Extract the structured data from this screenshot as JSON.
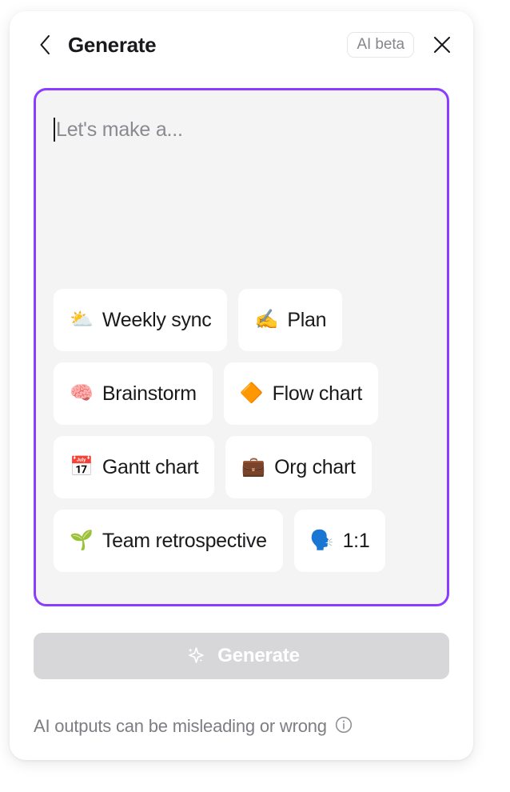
{
  "theme": {
    "accent_purple": "#8B3DFF",
    "panel_background": "#F4F4F5",
    "chip_background": "#FFFFFF",
    "button_disabled_background": "#D7D7D9",
    "text_primary": "#1A1A1C",
    "text_muted": "#86868C"
  },
  "header": {
    "back_icon": "chevron-left-icon",
    "title": "Generate",
    "badge_label": "AI beta",
    "close_icon": "close-icon"
  },
  "prompt": {
    "placeholder": "Let's make a...",
    "value": "",
    "caret_visible": true
  },
  "suggestions": {
    "rows": [
      [
        {
          "emoji": "⛅",
          "emoji_name": "sun-behind-cloud-emoji",
          "label": "Weekly sync"
        },
        {
          "emoji": "✍️",
          "emoji_name": "writing-hand-emoji",
          "label": "Plan"
        }
      ],
      [
        {
          "emoji": "🧠",
          "emoji_name": "brain-emoji",
          "label": "Brainstorm"
        },
        {
          "emoji": "🔶",
          "emoji_name": "orange-diamond-emoji",
          "label": "Flow chart"
        }
      ],
      [
        {
          "emoji": "📅",
          "emoji_name": "calendar-emoji",
          "label": "Gantt chart"
        },
        {
          "emoji": "💼",
          "emoji_name": "briefcase-emoji",
          "label": "Org chart"
        }
      ],
      [
        {
          "emoji": "🌱",
          "emoji_name": "seedling-emoji",
          "label": "Team retrospective"
        },
        {
          "emoji": "🗣️",
          "emoji_name": "speaking-head-emoji",
          "label": "1:1"
        }
      ]
    ]
  },
  "generate_button": {
    "label": "Generate",
    "icon": "sparkle-icon",
    "enabled": false
  },
  "disclaimer": {
    "text": "AI outputs can be misleading or wrong",
    "icon": "info-icon"
  }
}
